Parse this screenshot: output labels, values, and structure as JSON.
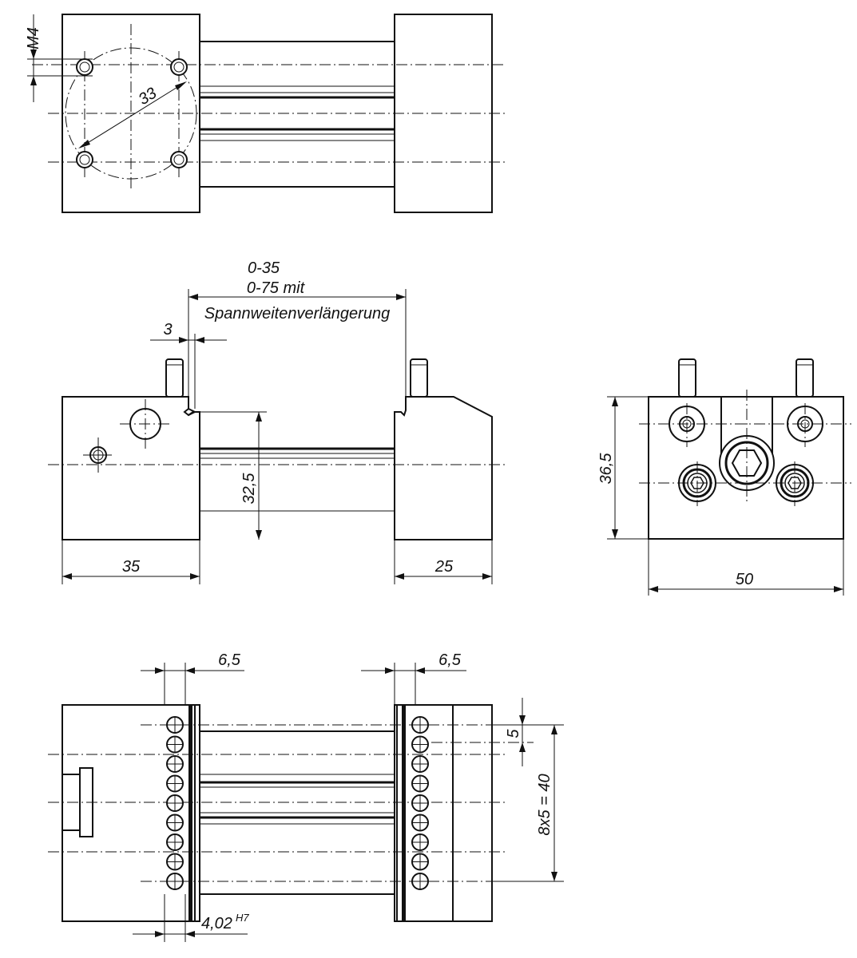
{
  "views": {
    "top": {
      "thread": "M4",
      "bolt_circle": "33"
    },
    "front": {
      "range_line1": "0-35",
      "range_line2": "0-75 mit",
      "range_line3": "Spannweitenverlängerung",
      "offset": "3",
      "height": "32,5",
      "left_width": "35",
      "right_width": "25"
    },
    "side": {
      "height": "36,5",
      "width": "50"
    },
    "bottom": {
      "pitch_left": "6,5",
      "pitch_right": "6,5",
      "spacing": "5",
      "total": "8x5 = 40",
      "fit": "4,02",
      "fit_tolerance": "H7"
    }
  }
}
